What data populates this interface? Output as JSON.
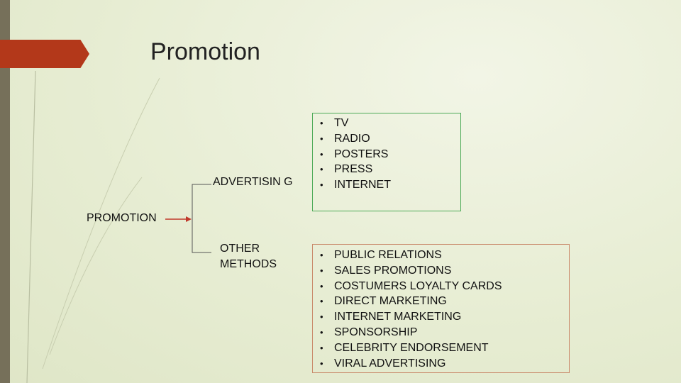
{
  "slide": {
    "title": "Promotion",
    "colors": {
      "accent_arrow": "#b3381a",
      "left_strip": "#76705a",
      "advertising_box_border": "#4daa57",
      "other_box_border": "#c9896a",
      "connector": "#c0392b"
    }
  },
  "diagram": {
    "root": "PROMOTION",
    "branches": [
      {
        "label": "ADVERTISIN G",
        "items": [
          "TV",
          "RADIO",
          "POSTERS",
          "PRESS",
          "INTERNET"
        ]
      },
      {
        "label": "OTHER METHODS",
        "items": [
          "PUBLIC RELATIONS",
          "SALES PROMOTIONS",
          "COSTUMERS LOYALTY CARDS",
          "DIRECT MARKETING",
          "INTERNET MARKETING",
          "SPONSORSHIP",
          "CELEBRITY ENDORSEMENT",
          "VIRAL ADVERTISING"
        ]
      }
    ]
  }
}
